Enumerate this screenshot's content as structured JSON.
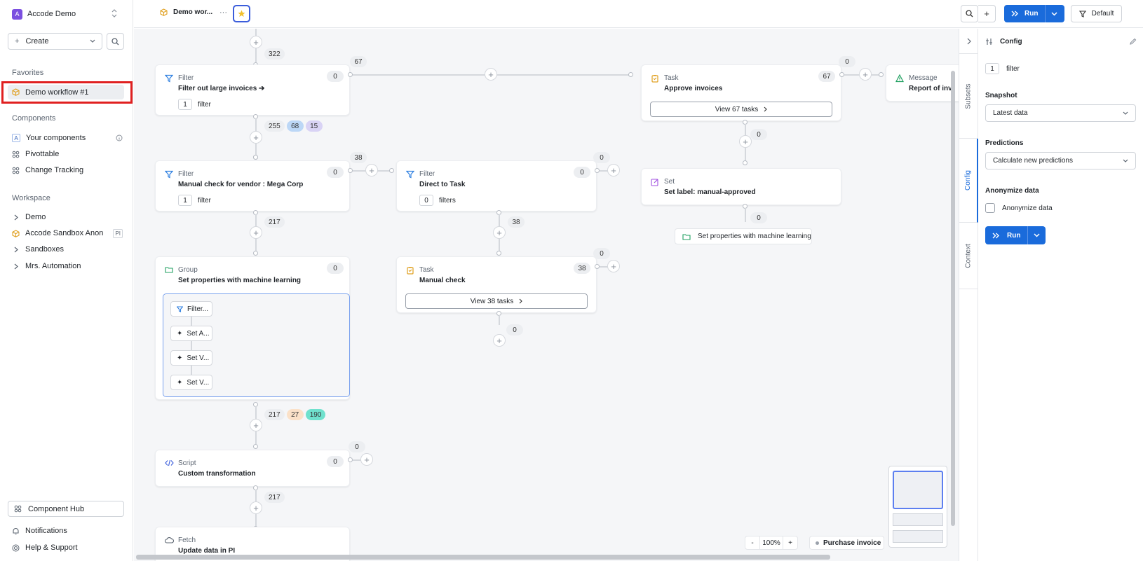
{
  "sidebar": {
    "workspace_badge": "A",
    "workspace_name": "Accode Demo",
    "create_label": "Create",
    "favorites_heading": "Favorites",
    "favorite_item": "Demo workflow #1",
    "components_heading": "Components",
    "components": [
      {
        "label": "Your components",
        "icon": "A"
      },
      {
        "label": "Pivottable"
      },
      {
        "label": "Change Tracking"
      }
    ],
    "workspace_heading": "Workspace",
    "workspace_items": [
      {
        "label": "Demo"
      },
      {
        "label": "Accode Sandbox Anon",
        "tag": "PI"
      },
      {
        "label": "Sandboxes"
      },
      {
        "label": "Mrs. Automation"
      }
    ],
    "component_hub": "Component Hub",
    "notifications": "Notifications",
    "help": "Help & Support"
  },
  "topbar": {
    "tab_title": "Demo wor...",
    "more": "···",
    "run_label": "Run",
    "default_label": "Default"
  },
  "canvas": {
    "top_count": "322",
    "filter1": {
      "type": "Filter",
      "title": "Filter out large invoices ➔",
      "count": "0",
      "filter_num": "1",
      "filter_label": "filter",
      "out_count": "67"
    },
    "branch1": {
      "total": "255",
      "a": "68",
      "b": "15"
    },
    "task1": {
      "type": "Task",
      "title": "Approve invoices",
      "count": "67",
      "out_count": "0",
      "view": "View 67 tasks",
      "below": "0"
    },
    "message1": {
      "type": "Message",
      "title": "Report of inv"
    },
    "filter2": {
      "type": "Filter",
      "title": "Manual check for vendor : Mega Corp",
      "count": "0",
      "filter_num": "1",
      "filter_label": "filter",
      "out_count": "38"
    },
    "filter3": {
      "type": "Filter",
      "title": "Direct to Task",
      "count": "0",
      "filter_num": "0",
      "filter_label": "filters",
      "out_count": "0"
    },
    "set1": {
      "type": "Set",
      "title": "Set label: manual-approved",
      "below": "0"
    },
    "set_props": "Set properties with machine learning",
    "count_217a": "217",
    "count_38": "38",
    "group1": {
      "type": "Group",
      "title": "Set properties with machine learning",
      "count": "0",
      "children": [
        "Filter...",
        "Set A...",
        "Set V...",
        "Set V..."
      ]
    },
    "task2": {
      "type": "Task",
      "title": "Manual check",
      "count": "38",
      "out_count": "0",
      "view": "View 38 tasks",
      "below": "0"
    },
    "branch2": {
      "total": "217",
      "a": "27",
      "b": "190"
    },
    "script1": {
      "type": "Script",
      "title": "Custom transformation",
      "count": "0",
      "out_count": "0"
    },
    "count_217b": "217",
    "fetch1": {
      "type": "Fetch",
      "title": "Update data in PI"
    },
    "zoom": {
      "minus": "-",
      "value": "100%",
      "plus": "+"
    },
    "entity": "Purchase invoice"
  },
  "right_tabs": [
    "Subsets",
    "Config",
    "Context"
  ],
  "panel": {
    "title": "Config",
    "filter_num": "1",
    "filter_label": "filter",
    "snapshot_label": "Snapshot",
    "snapshot_value": "Latest data",
    "predictions_label": "Predictions",
    "predictions_value": "Calculate new predictions",
    "anonymize_label": "Anonymize data",
    "anonymize_check": "Anonymize data",
    "run_label": "Run"
  },
  "colors": {
    "accent": "#1a6bdb",
    "highlight": "#e02020",
    "filter": "#2e7fe0",
    "task": "#e0a020",
    "set": "#a050e0",
    "group": "#20a060"
  }
}
